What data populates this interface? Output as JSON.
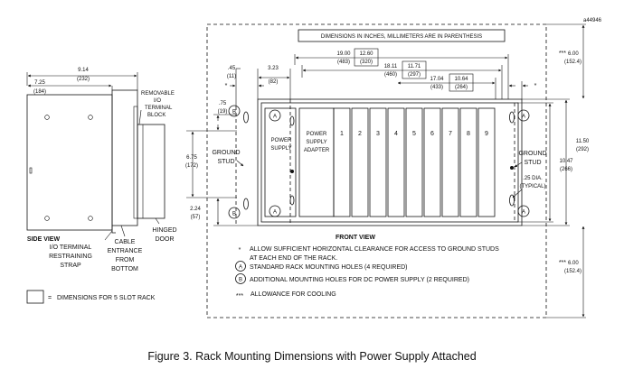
{
  "figure_id": "a44946",
  "banner": "DIMENSIONS IN INCHES, MILLIMETERS ARE IN PARENTHESIS",
  "side_view": {
    "title": "SIDE VIEW",
    "width_in": "9.14",
    "width_mm": "(232)",
    "depth_in": "7.25",
    "depth_mm": "(184)",
    "block_label": [
      "REMOVABLE",
      "I/O",
      "TERMINAL",
      "BLOCK"
    ],
    "strap_label": [
      "I/O TERMINAL",
      "RESTRAINING",
      "STRAP"
    ],
    "cable_label": [
      "CABLE",
      "ENTRANCE",
      "FROM",
      "BOTTOM"
    ],
    "door_label": [
      "HINGED",
      "DOOR"
    ]
  },
  "front_view": {
    "title": "FRONT VIEW",
    "offset_in": ".45",
    "offset_mm": "(11)",
    "left_in": "3.23",
    "left_mm": "(82)",
    "d1_in": "19.00",
    "d1_mm": "(483)",
    "d1_box_in": "12.60",
    "d1_box_mm": "(320)",
    "d2_in": "18.11",
    "d2_mm": "(460)",
    "d2_box_in": "11.71",
    "d2_box_mm": "(297)",
    "d3_in": "17.04",
    "d3_mm": "(433)",
    "d3_box_in": "10.64",
    "d3_box_mm": "(264)",
    "top_hole_in": ".75",
    "top_hole_mm": "(19)",
    "hole_spacing_in": "6.75",
    "hole_spacing_mm": "(172)",
    "bottom_hole_in": "2.24",
    "bottom_hole_mm": "(57)",
    "height_in": "11.50",
    "height_mm": "(292)",
    "inner_height_in": "10.47",
    "inner_height_mm": "(266)",
    "top_clear_in": "6.00",
    "top_clear_mm": "(152.4)",
    "bottom_clear_in": "6.00",
    "bottom_clear_mm": "(152.4)",
    "ground_stud_left": [
      "GROUND",
      "STUD"
    ],
    "ground_stud_right": [
      "GROUND",
      "STUD"
    ],
    "hole_dia": [
      ".25 DIA.",
      "(TYPICAL)"
    ],
    "ps_label": [
      "POWER",
      "SUPPLY"
    ],
    "psa_label": [
      "POWER",
      "SUPPLY",
      "ADAPTER"
    ],
    "slots": [
      "1",
      "2",
      "3",
      "4",
      "5",
      "6",
      "7",
      "8",
      "9"
    ],
    "hole_a": "A",
    "hole_b": "B"
  },
  "notes": {
    "star": "*",
    "triple_star": "***",
    "note1": "ALLOW SUFFICIENT HORIZONTAL CLEARANCE FOR ACCESS TO GROUND STUDS",
    "note1b": "AT EACH END OF THE RACK.",
    "note_a": "STANDARD RACK MOUNTING HOLES (4 REQUIRED)",
    "note_b": "ADDITIONAL MOUNTING HOLES FOR DC POWER SUPPLY (2 REQUIRED)",
    "note_cool": "ALLOWANCE FOR COOLING"
  },
  "legend": {
    "equals": "=",
    "text": "DIMENSIONS FOR 5 SLOT RACK"
  },
  "caption": "Figure 3.  Rack Mounting Dimensions with Power Supply Attached"
}
